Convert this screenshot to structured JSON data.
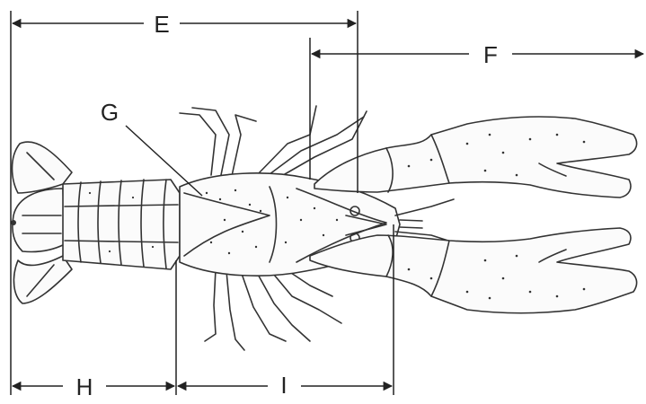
{
  "diagram": {
    "subject": "crayfish-dorsal-view",
    "labels": {
      "E": "E",
      "F": "F",
      "G": "G",
      "H": "H",
      "I": "I"
    }
  }
}
